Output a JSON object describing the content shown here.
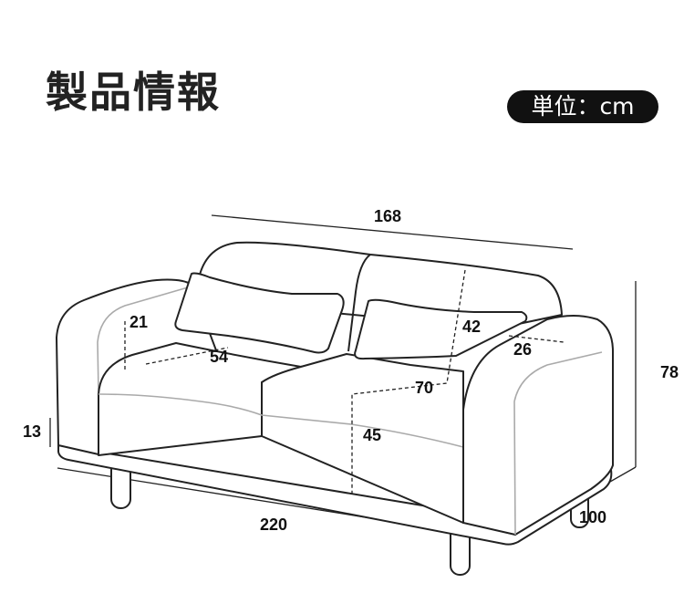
{
  "header": {
    "title": "製品情報",
    "unit_badge": "単位：cm"
  },
  "dimensions": {
    "back_width": "168",
    "arm_height": "21",
    "seat_depth": "54",
    "back_height": "42",
    "arm_width": "26",
    "seat_width": "70",
    "seat_height": "45",
    "leg_height": "13",
    "total_height": "78",
    "total_depth": "100",
    "total_width": "220"
  }
}
